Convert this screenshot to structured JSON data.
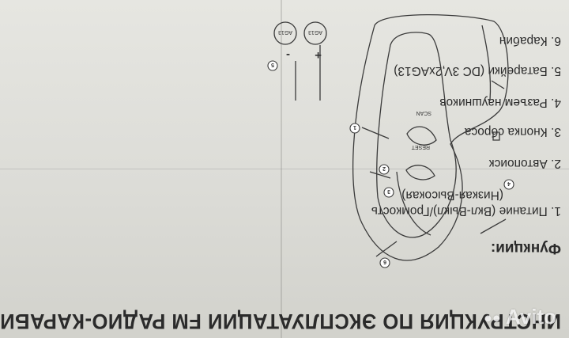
{
  "instruction": {
    "title": "ИНСТРУКЦИЯ ПО ЭКСПЛУАТАЦИИ FM РАДИО-КАРАБИНА",
    "functions_heading": "Функции:",
    "items": [
      "1. Питание (Вкл-Выкл)/Громкость",
      "(Низкая-Высокая)",
      "2. Автопоиск",
      "3. Кнопка сброса",
      "4. Разъем наушников",
      "5. Батарейки (DC 3V,2xAG13)",
      "6. Карабин"
    ]
  },
  "diagram": {
    "scan_label": "SCAN",
    "reset_label": "RESET",
    "battery_label": "AG13",
    "plus_sign": "+",
    "minus_sign": "-",
    "callouts": [
      "1",
      "2",
      "3",
      "4",
      "5",
      "6"
    ]
  },
  "watermark": {
    "text": "Avito"
  }
}
